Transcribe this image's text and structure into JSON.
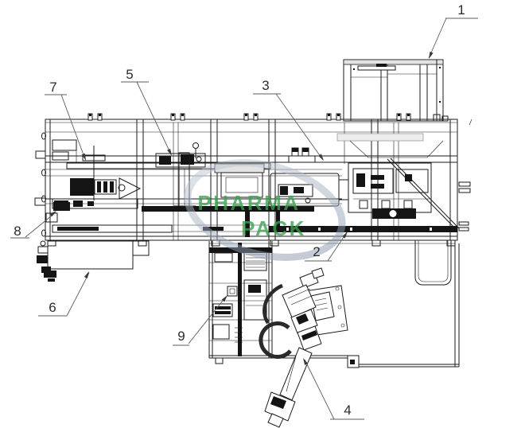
{
  "diagram": {
    "kind": "technical-line-drawing",
    "subject": "pharmaceutical packaging machine - front elevation with numbered part callouts",
    "background": "#ffffff",
    "line_color": "#1b1b1b",
    "accent_colors": {
      "watermark_green": "#3aa04e",
      "watermark_swoosh_light": "#c7cfda",
      "watermark_swoosh_dark": "#7f8da3",
      "shade_gray": "#e3e3e3",
      "dark_fill": "#141414"
    },
    "watermark": {
      "line1": "PHARMA",
      "line2": "PACK"
    },
    "callouts": [
      {
        "label": "1"
      },
      {
        "label": "2"
      },
      {
        "label": "3"
      },
      {
        "label": "4"
      },
      {
        "label": "5"
      },
      {
        "label": "6"
      },
      {
        "label": "7"
      },
      {
        "label": "8"
      },
      {
        "label": "9"
      }
    ]
  }
}
